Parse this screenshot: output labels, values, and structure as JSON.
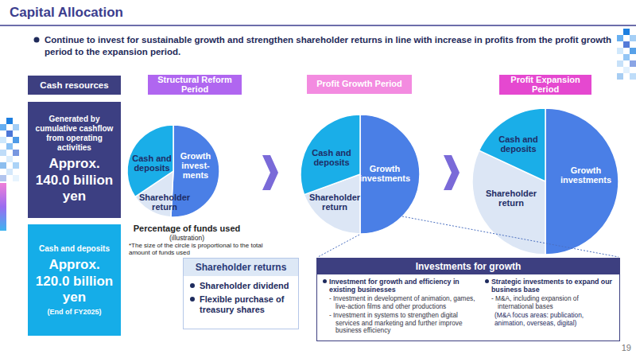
{
  "diagram": {
    "title": "Capital Allocation",
    "nodes": [
      {
        "text": [
          "Cash resources"
        ]
      },
      {
        "text": [
          "Generated by cumulative cashflow from operating activities",
          "Approx. 140.0 billion yen"
        ]
      },
      {
        "text": [
          "Cash and deposits",
          "Approx. 120.0 billion yen",
          "(End of FY2025)"
        ]
      },
      {
        "text": [
          "Structural Reform Period"
        ]
      },
      {
        "text": [
          "Profit Growth Period"
        ]
      },
      {
        "text": [
          "Profit Expansion Period"
        ]
      },
      {
        "text": [
          "Cash and deposits"
        ]
      },
      {
        "text": [
          "Growth invest- ments"
        ]
      },
      {
        "text": [
          "Shareholder return"
        ]
      },
      {
        "text": [
          "Cash and deposits"
        ]
      },
      {
        "text": [
          "Growth investments"
        ]
      },
      {
        "text": [
          "Shareholder return"
        ]
      },
      {
        "text": [
          "Cash and deposits"
        ]
      },
      {
        "text": [
          "Growth investments"
        ]
      },
      {
        "text": [
          "Shareholder return"
        ]
      },
      {
        "text": [
          "Shareholder returns",
          "Shareholder dividend",
          "Flexible purchase of treasury shares"
        ]
      },
      {
        "text": [
          "Investments for growth",
          "Investment for growth and efficiency in existing businesses",
          "- Investment in development of animation, games, live-action films and other productions",
          "- Investment in systems to strengthen digital services and marketing and further improve business efficiency",
          "Strategic investments to expand our business base",
          "- M&A, including expansion of international bases",
          "(M&A focus areas: publication, animation, overseas, digital)"
        ]
      }
    ],
    "labels": [
      "Continue to invest for sustainable growth and strengthen shareholder returns in line with increase in profits from the profit growth period to the expansion period.",
      "Percentage of funds used",
      "(illustration)",
      "*The size of the circle is proportional to the total amount of funds used",
      "19"
    ]
  }
}
